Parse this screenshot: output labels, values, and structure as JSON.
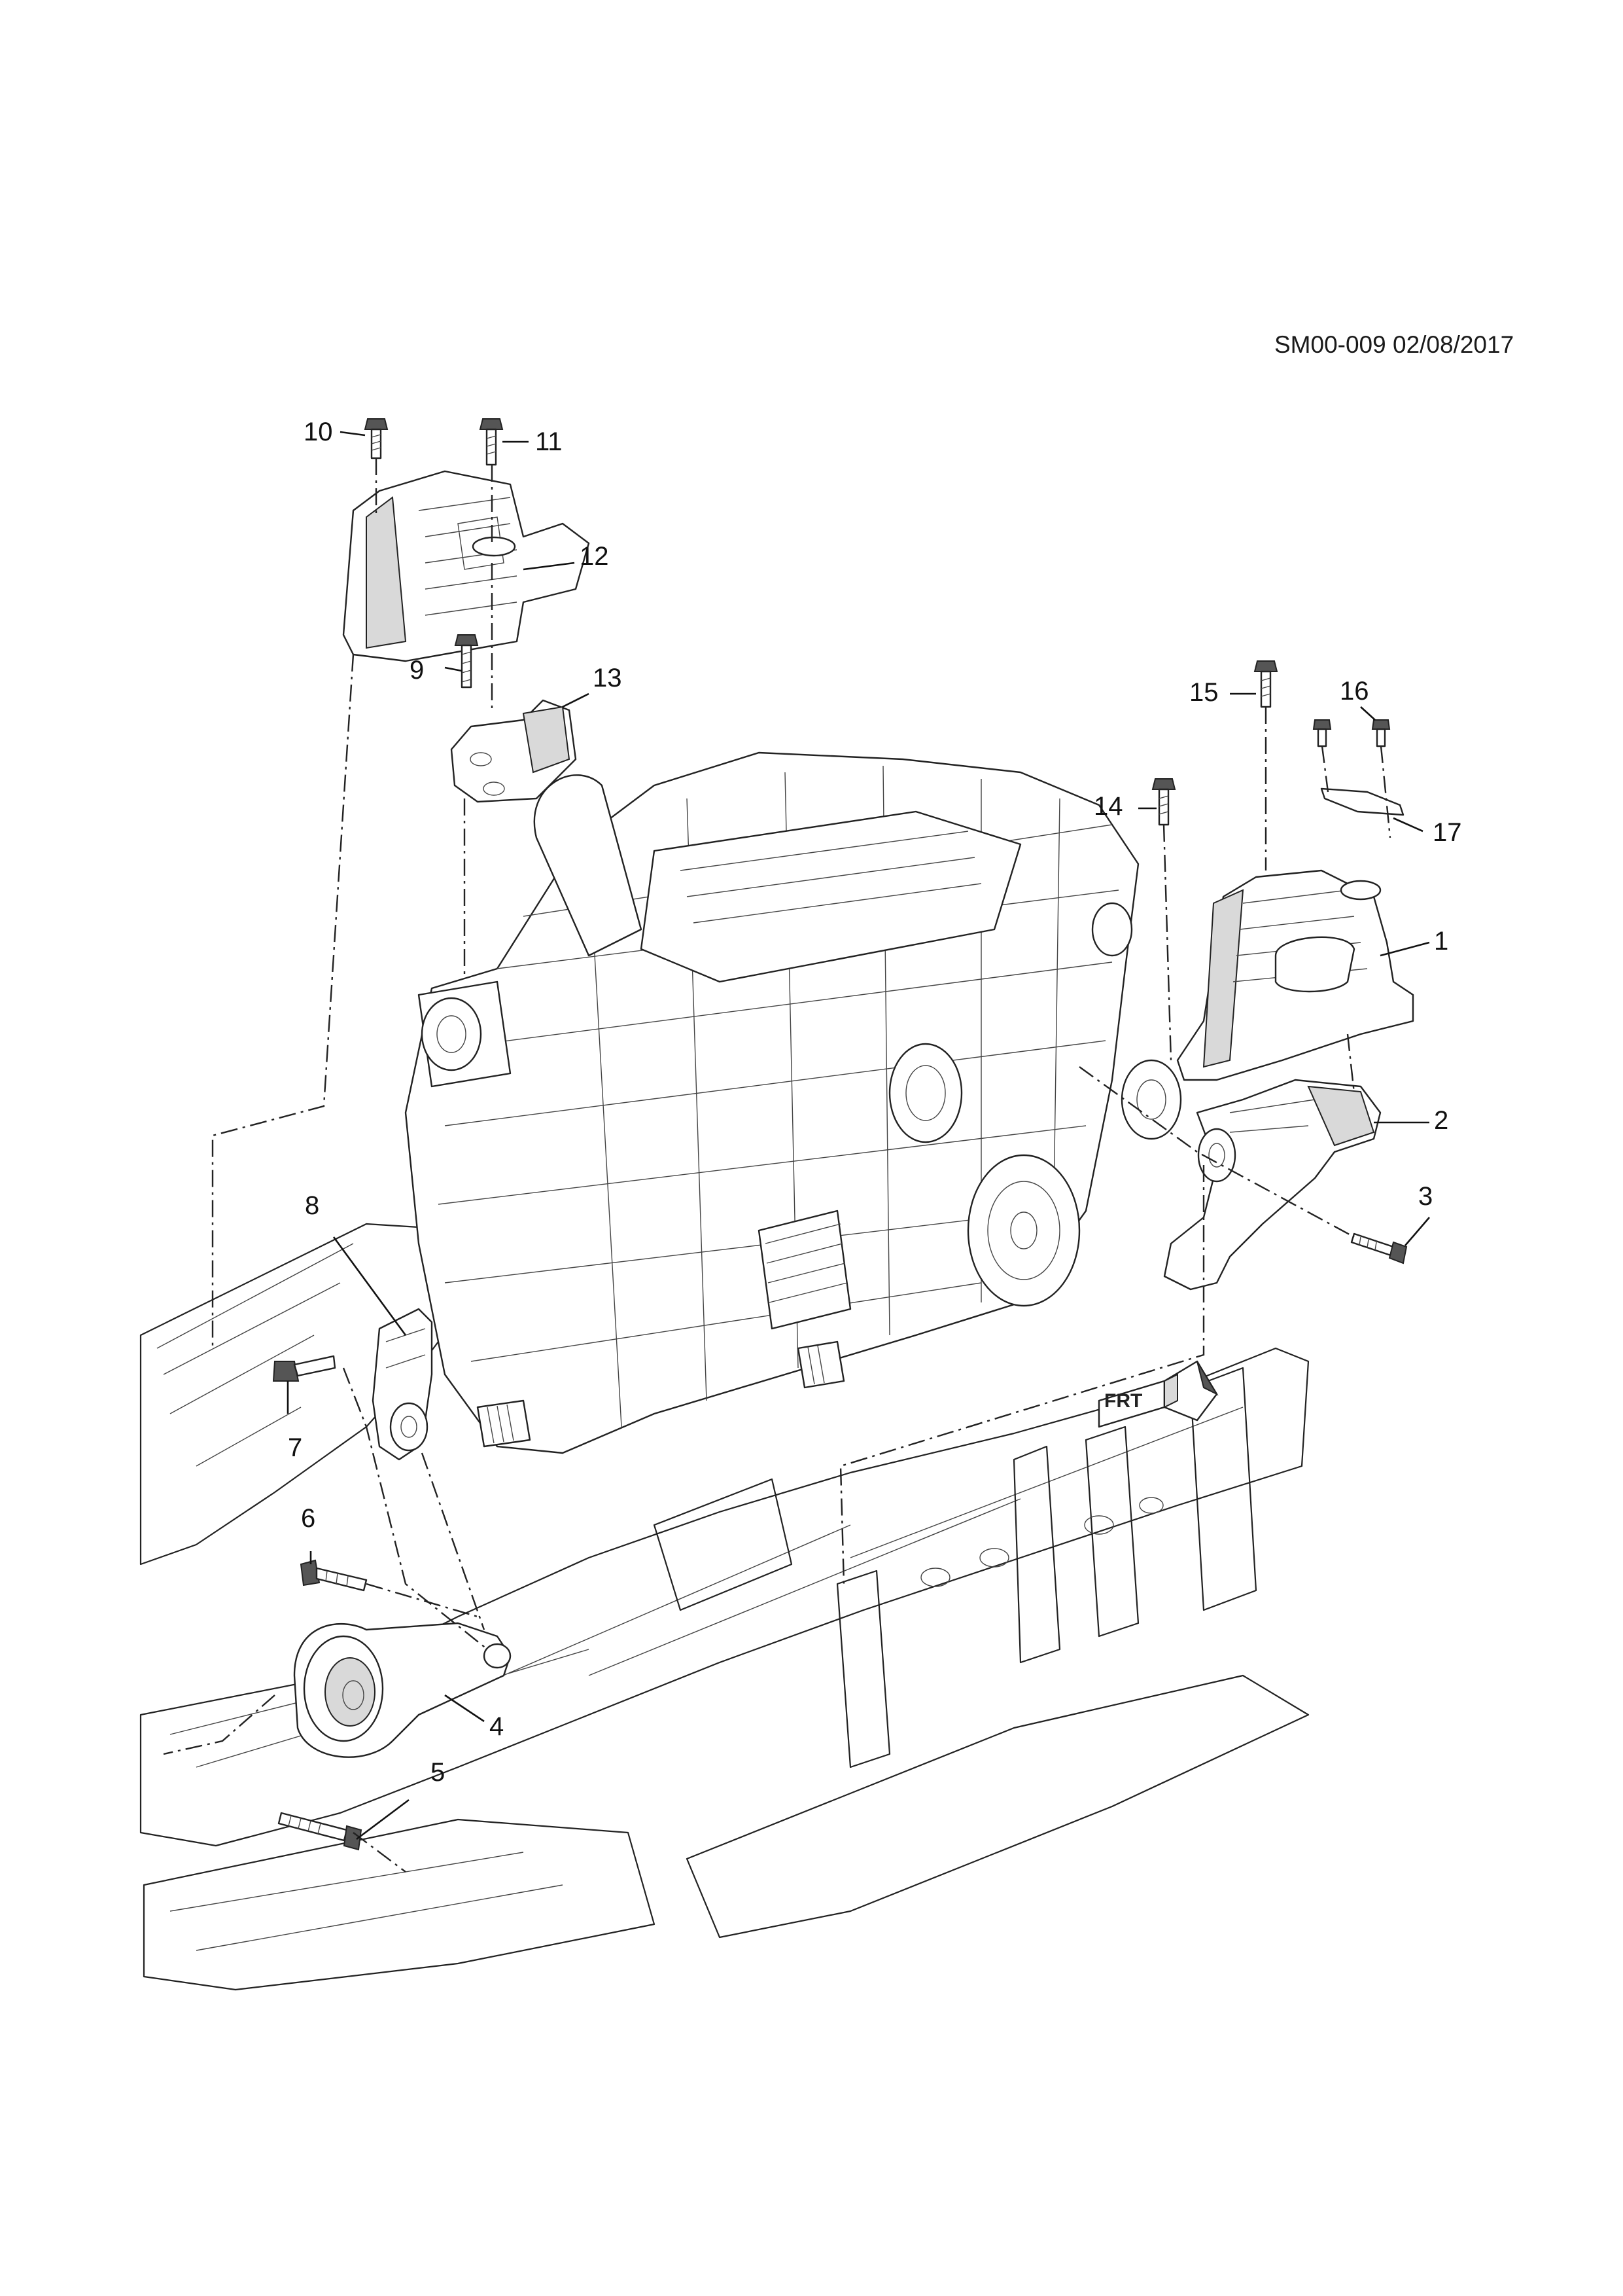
{
  "reference": "SM00-009 02/08/2017",
  "callouts": [
    "1",
    "2",
    "3",
    "4",
    "5",
    "6",
    "7",
    "8",
    "9",
    "10",
    "11",
    "12",
    "13",
    "14",
    "15",
    "16",
    "17"
  ],
  "arrow_label": "FRT",
  "colors": {
    "line": "#222222",
    "background": "#ffffff",
    "shade": "#d9d9d9"
  }
}
